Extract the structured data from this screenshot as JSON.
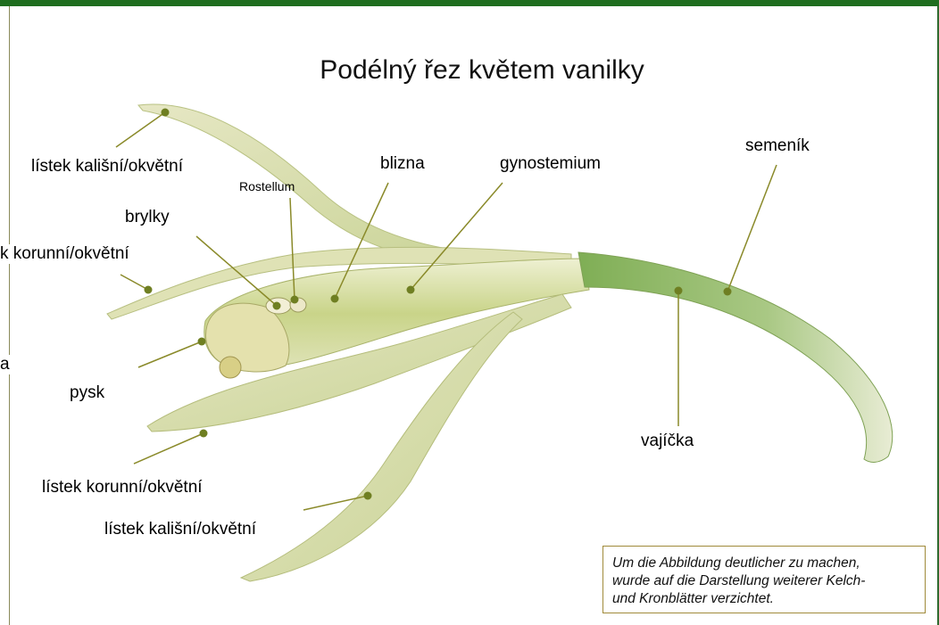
{
  "title": "Podélný řez květem vanilky",
  "labels": {
    "sepal_top": "lístek kališní/okvětní",
    "rostellum": "Rostellum",
    "blizna": "blizna",
    "gynostemium": "gynostemium",
    "semenik": "semeník",
    "brylky": "brylky",
    "petal_top": "k korunní/okvětní",
    "edge_a": "a",
    "pysk": "pysk",
    "vajicka": "vajíčka",
    "petal_bottom": "lístek korunní/okvětní",
    "sepal_bottom": "lístek kališní/okvětní"
  },
  "note": {
    "line1": "Um die Abbildung deutlicher zu machen,",
    "line2": "wurde auf die Darstellung weiterer Kelch-",
    "line3": "und Kronblätter verzichtet."
  },
  "colors": {
    "header_bar": "#1f6e1f",
    "leader_line": "#8a8a2a",
    "petal": "#d6dca8",
    "stem": "#9cbf6a"
  }
}
